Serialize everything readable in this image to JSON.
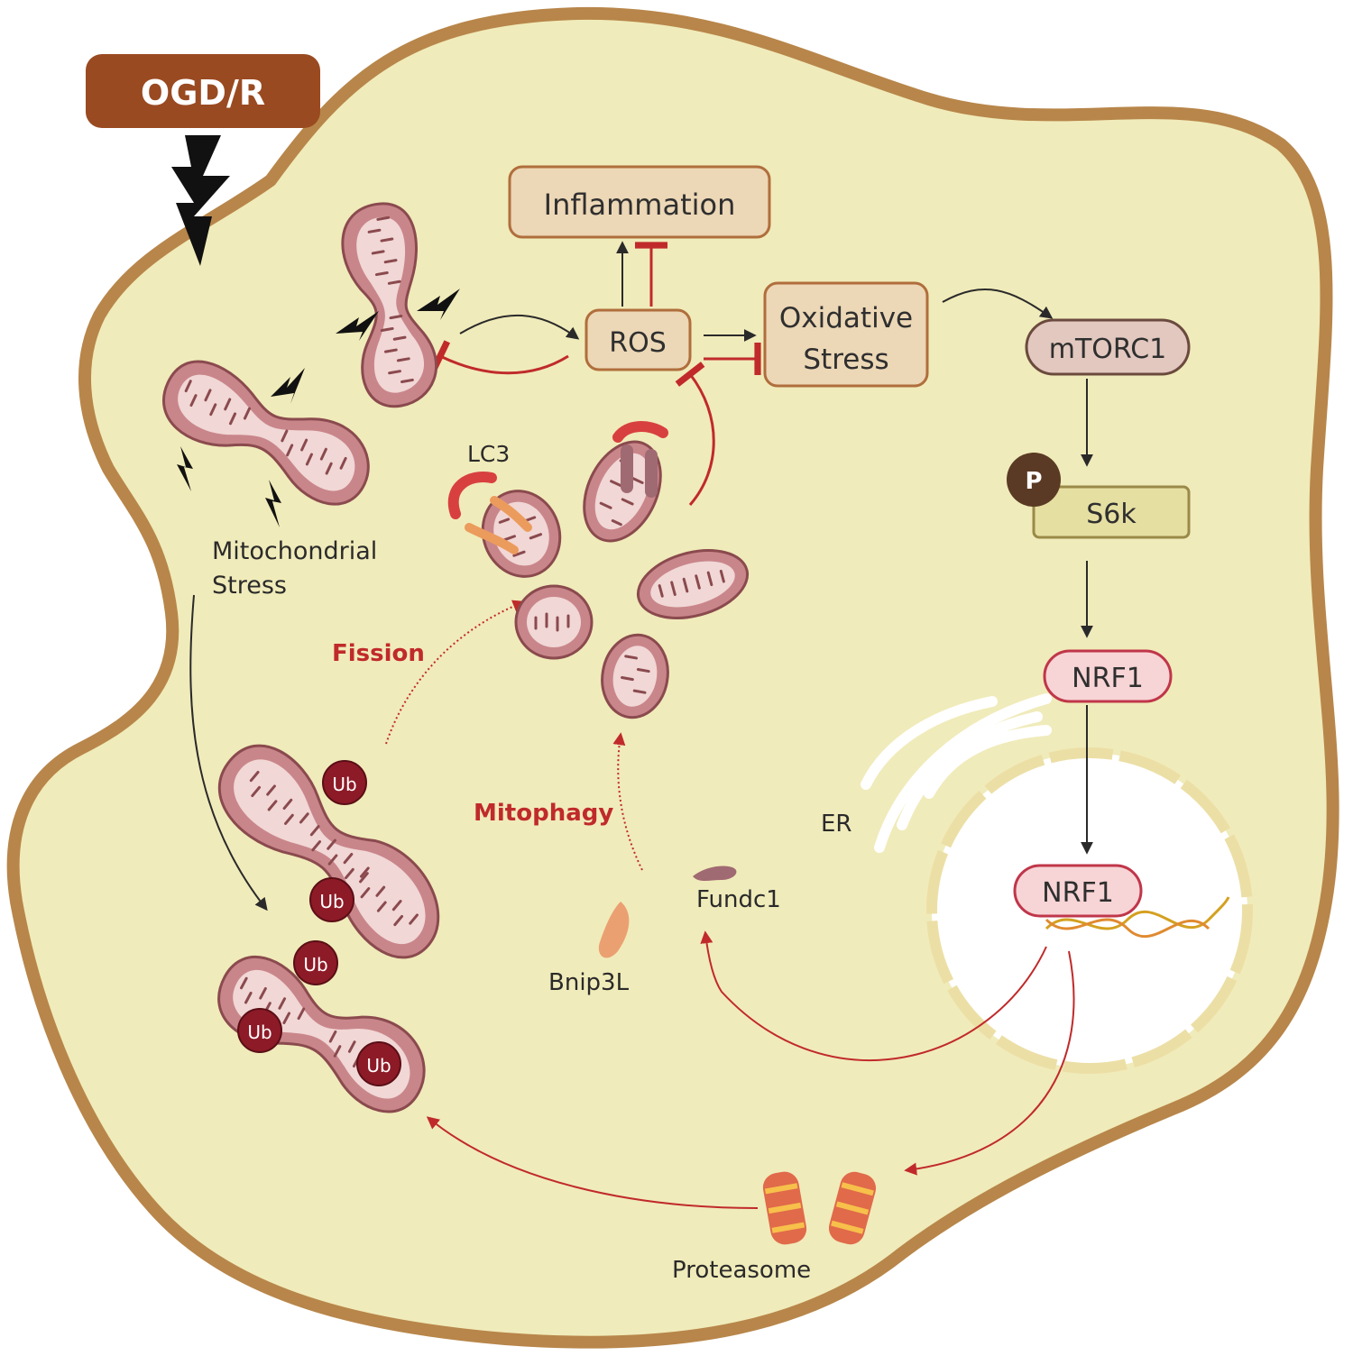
{
  "trigger": {
    "label": "OGD/R"
  },
  "boxes": {
    "inflammation": "Inflammation",
    "ros": "ROS",
    "oxidative_line1": "Oxidative",
    "oxidative_line2": "Stress",
    "mtorc1": "mTORC1",
    "phospho": "P",
    "s6k": "S6k",
    "nrf1_cytoplasm": "NRF1",
    "nrf1_nucleus": "NRF1"
  },
  "labels": {
    "mito_stress_line1": "Mitochondrial",
    "mito_stress_line2": "Stress",
    "lc3": "LC3",
    "fission": "Fission",
    "mitophagy": "Mitophagy",
    "er": "ER",
    "fundc1": "Fundc1",
    "bnip3l": "Bnip3L",
    "proteasome": "Proteasome",
    "ub": "Ub"
  },
  "colors": {
    "cell_fill": "#f0ebba",
    "cell_border": "#b8864a",
    "box_fill": "#ecd7b6",
    "box_border": "#b06e3c",
    "trigger_fill": "#9a4a21",
    "mito_outer": "#c9868a",
    "mito_inner": "#f1d7d6",
    "mito_stroke": "#8a4a4e",
    "red_arrow": "#c02a2a",
    "ub_fill": "#8d1a27",
    "nrf1_fill": "#f7d4d5",
    "nrf1_border": "#c0364a",
    "lc3_red": "#d84040",
    "lc3_orange": "#eb9b5c",
    "mtorc1_fill": "#e2c8bf"
  }
}
